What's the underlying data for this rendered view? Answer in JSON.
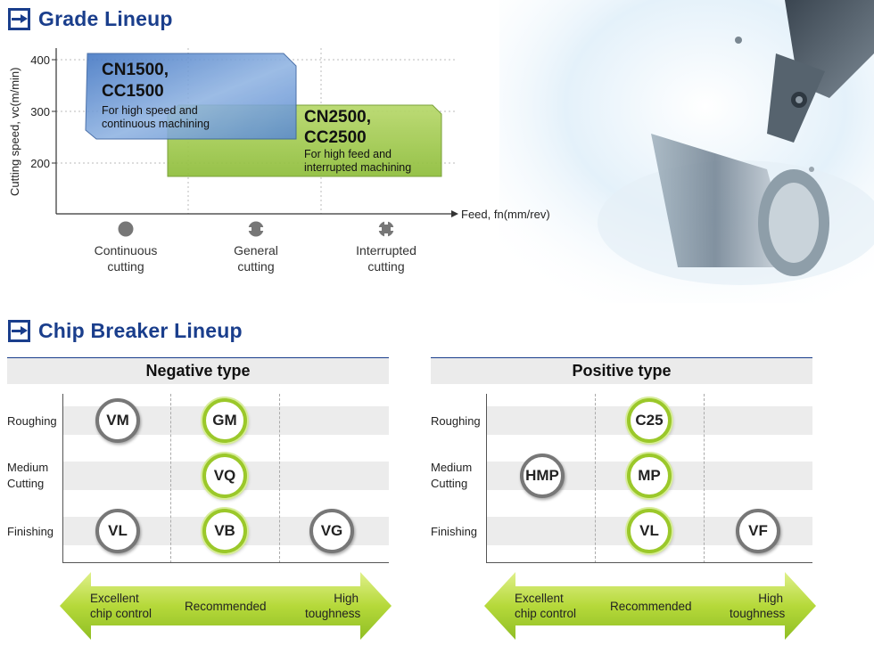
{
  "grade_section": {
    "title": "Grade Lineup",
    "ylabel": "Cutting speed, vc(m/min)",
    "xlabel": "Feed, fn(mm/rev)",
    "y_ticks": [
      "400",
      "300",
      "200"
    ],
    "grades": [
      {
        "name_line1": "CN1500,",
        "name_line2": "CC1500",
        "desc_line1": "For high speed and",
        "desc_line2": "continuous machining",
        "color": "#5f8fd1"
      },
      {
        "name_line1": "CN2500,",
        "name_line2": "CC2500",
        "desc_line1": "For high feed and",
        "desc_line2": "interrupted machining",
        "color": "#9cc848"
      }
    ],
    "categories": [
      {
        "line1": "Continuous",
        "line2": "cutting",
        "icon": "solid-disc-icon"
      },
      {
        "line1": "General",
        "line2": "cutting",
        "icon": "notched-disc-icon"
      },
      {
        "line1": "Interrupted",
        "line2": "cutting",
        "icon": "cross-notched-disc-icon"
      }
    ]
  },
  "chip_section": {
    "title": "Chip Breaker Lineup",
    "row_labels": {
      "roughing": "Roughing",
      "medium_line1": "Medium",
      "medium_line2": "Cutting",
      "finishing": "Finishing"
    },
    "negative": {
      "header": "Negative type",
      "roughing": [
        "VM",
        "GM"
      ],
      "medium": [
        "VQ"
      ],
      "finishing": [
        "VL",
        "VB",
        "VG"
      ]
    },
    "positive": {
      "header": "Positive type",
      "roughing": [
        "C25"
      ],
      "medium": [
        "HMP",
        "MP"
      ],
      "finishing": [
        "VL",
        "VF"
      ]
    },
    "scale": {
      "left_line1": "Excellent",
      "left_line2": "chip control",
      "middle": "Recommended",
      "right_line1": "High",
      "right_line2": "toughness"
    }
  },
  "colors": {
    "brand_blue": "#1a3e8c",
    "grade_blue": "#5f8fd1",
    "grade_green": "#9cc848",
    "recommended_ring": "#9bc82a",
    "standard_ring": "#777777"
  }
}
